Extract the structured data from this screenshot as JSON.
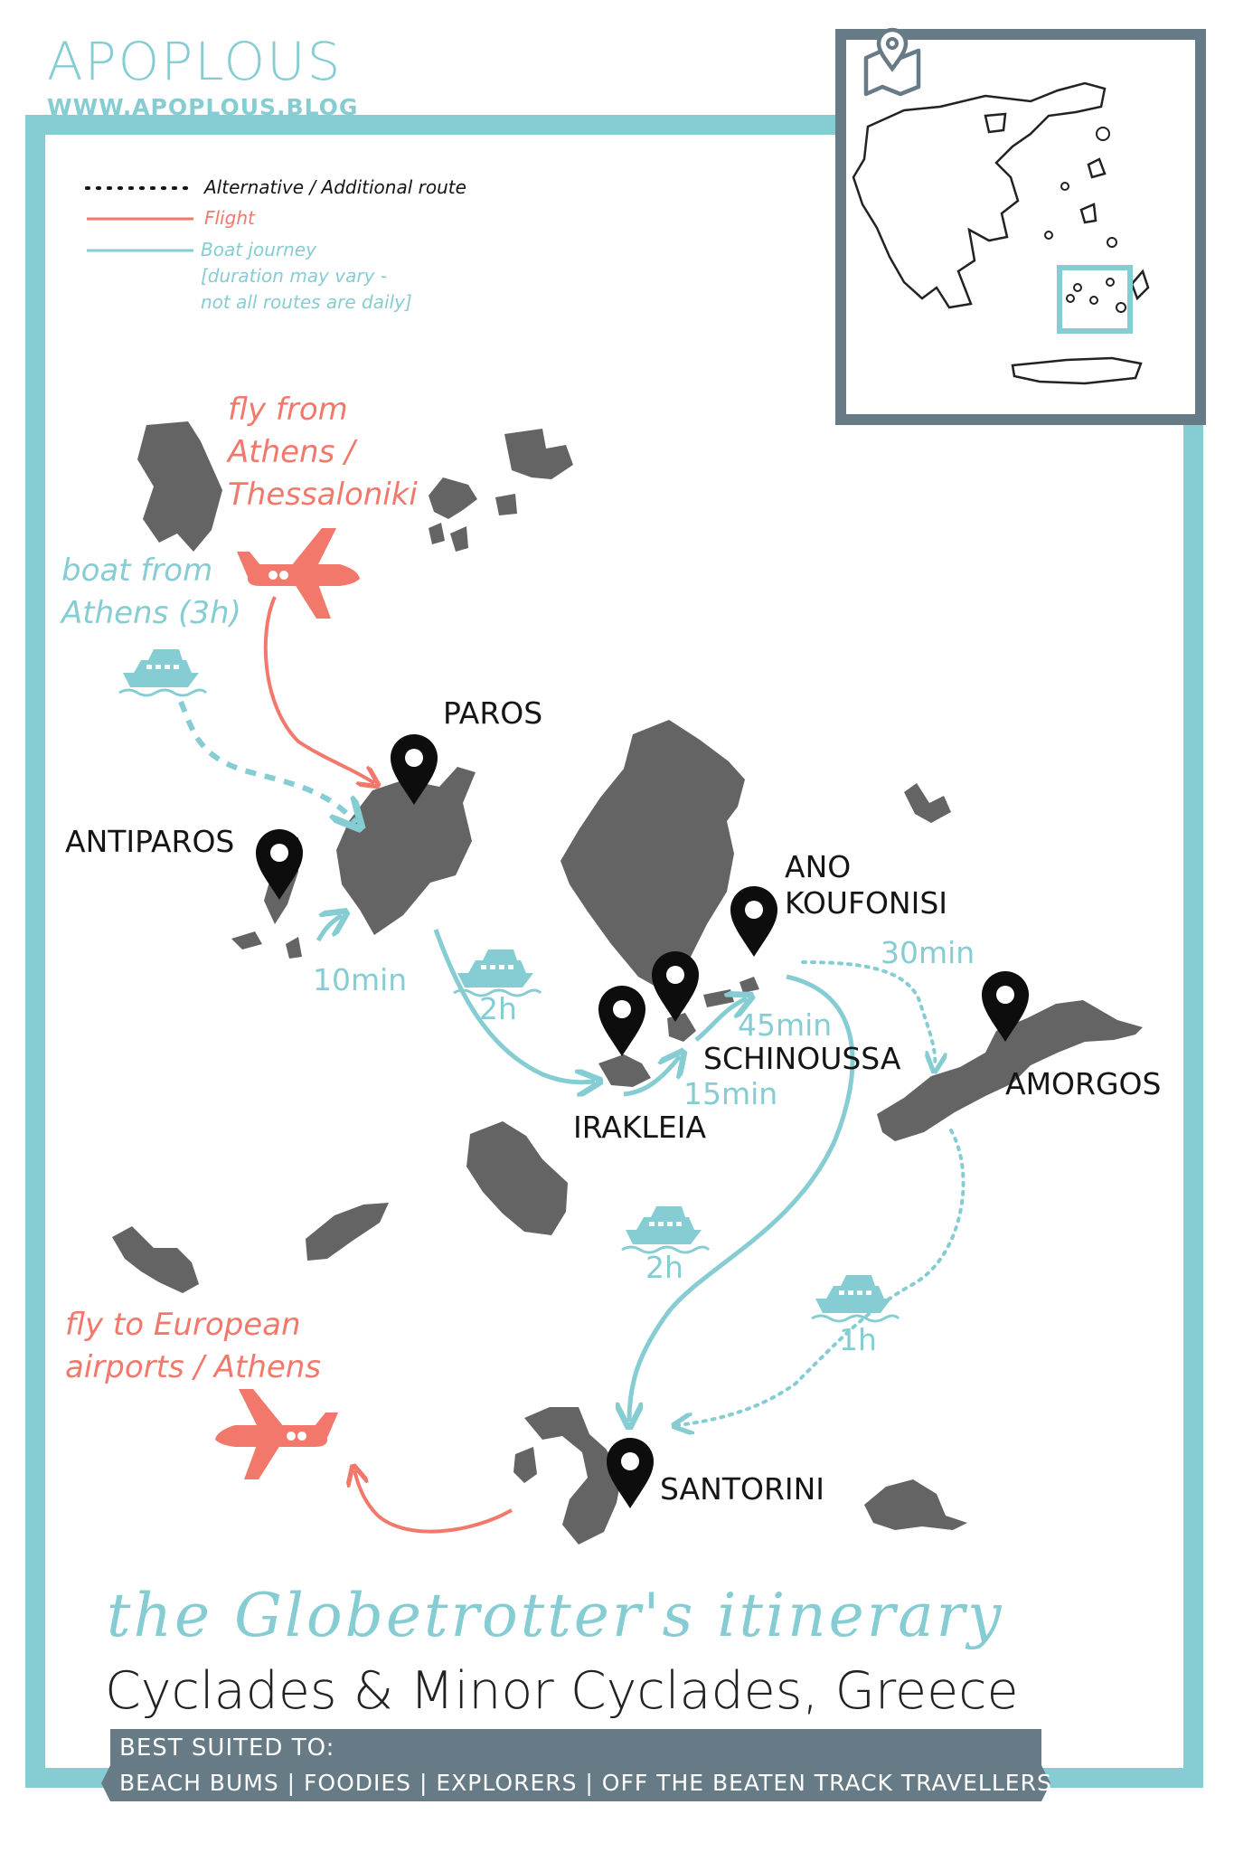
{
  "brand": {
    "name": "APOPLOUS",
    "url": "WWW.APOPLOUS.BLOG"
  },
  "legend": {
    "alternative": "Alternative / Additional route",
    "flight": "Flight",
    "boat_1": "Boat journey",
    "boat_2": "[duration may vary -",
    "boat_3": "not all routes are daily]"
  },
  "notes": {
    "fly_from_1": "fly from",
    "fly_from_2": "Athens /",
    "fly_from_3": "Thessaloniki",
    "boat_from_1": "boat from",
    "boat_from_2": "Athens (3h)",
    "fly_to_1": "fly to European",
    "fly_to_2": "airports / Athens"
  },
  "places": {
    "paros": "PAROS",
    "antiparos": "ANTIPAROS",
    "ano_koufonisi_1": "ANO",
    "ano_koufonisi_2": "KOUFONISI",
    "schinoussa": "SCHINOUSSA",
    "irakleia": "IRAKLEIA",
    "amorgos": "AMORGOS",
    "santorini": "SANTORINI"
  },
  "durations": {
    "antiparos_paros": "10min",
    "paros_irakleia": "2h",
    "irakleia_schinoussa": "15min",
    "schinoussa_koufonisi": "45min",
    "koufonisi_amorgos": "30min",
    "koufonisi_santorini": "2h",
    "amorgos_santorini": "1h"
  },
  "footer": {
    "script_title": "the Globetrotter's itinerary",
    "subtitle": "Cyclades & Minor Cyclades, Greece",
    "best_label": "BEST SUITED TO:",
    "best_list": "BEACH BUMS | FOODIES | EXPLORERS | OFF THE BEATEN TRACK TRAVELLERS"
  },
  "colors": {
    "teal": "#86cdd3",
    "coral": "#f2786b",
    "island": "#646464",
    "slate": "#667b86",
    "pin": "#0d0d0d"
  },
  "icons": [
    "map-location-icon",
    "airplane-icon",
    "ship-icon",
    "location-pin-icon"
  ]
}
